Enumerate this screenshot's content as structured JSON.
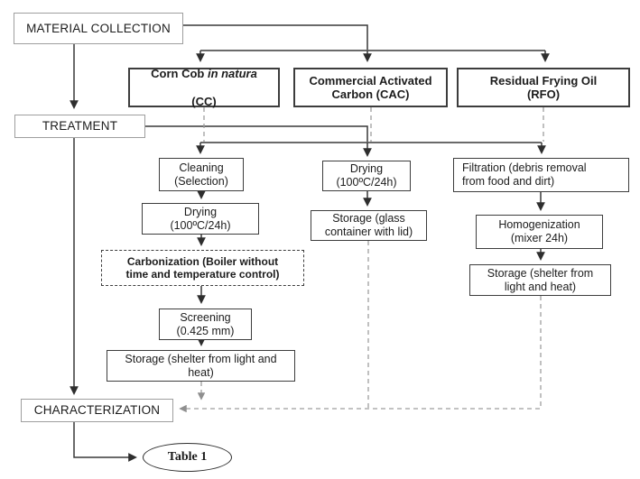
{
  "palette": {
    "background": "#ffffff",
    "box_border_dark": "#3d3d3d",
    "label_border_gray": "#9e9e9e",
    "solid_line": "#383838",
    "dashed_line": "#9e9e9e",
    "text": "#1c1c1c"
  },
  "stages": {
    "material_collection": "MATERIAL COLLECTION",
    "treatment": "TREATMENT",
    "characterization": "CHARACTERIZATION"
  },
  "materials": {
    "cc": {
      "line1_regular": "Corn Cob ",
      "line1_italic": "in natura",
      "line2": "(CC)"
    },
    "cac": "Commercial Activated\nCarbon (CAC)",
    "rfo": "Residual Frying Oil\n(RFO)"
  },
  "cc_steps": {
    "cleaning": "Cleaning\n(Selection)",
    "drying": "Drying\n(100ºC/24h)",
    "carbonization": "Carbonization (Boiler without\ntime and temperature control)",
    "screening": "Screening\n(0.425 mm)",
    "storage": "Storage (shelter from light and\nheat)"
  },
  "cac_steps": {
    "drying": "Drying\n(100ºC/24h)",
    "storage": "Storage (glass\ncontainer with lid)"
  },
  "rfo_steps": {
    "filtration": "Filtration (debris removal\nfrom food and dirt)",
    "homogenization": "Homogenization\n(mixer 24h)",
    "storage": "Storage (shelter from\nlight and heat)"
  },
  "output": {
    "table": "Table 1"
  }
}
